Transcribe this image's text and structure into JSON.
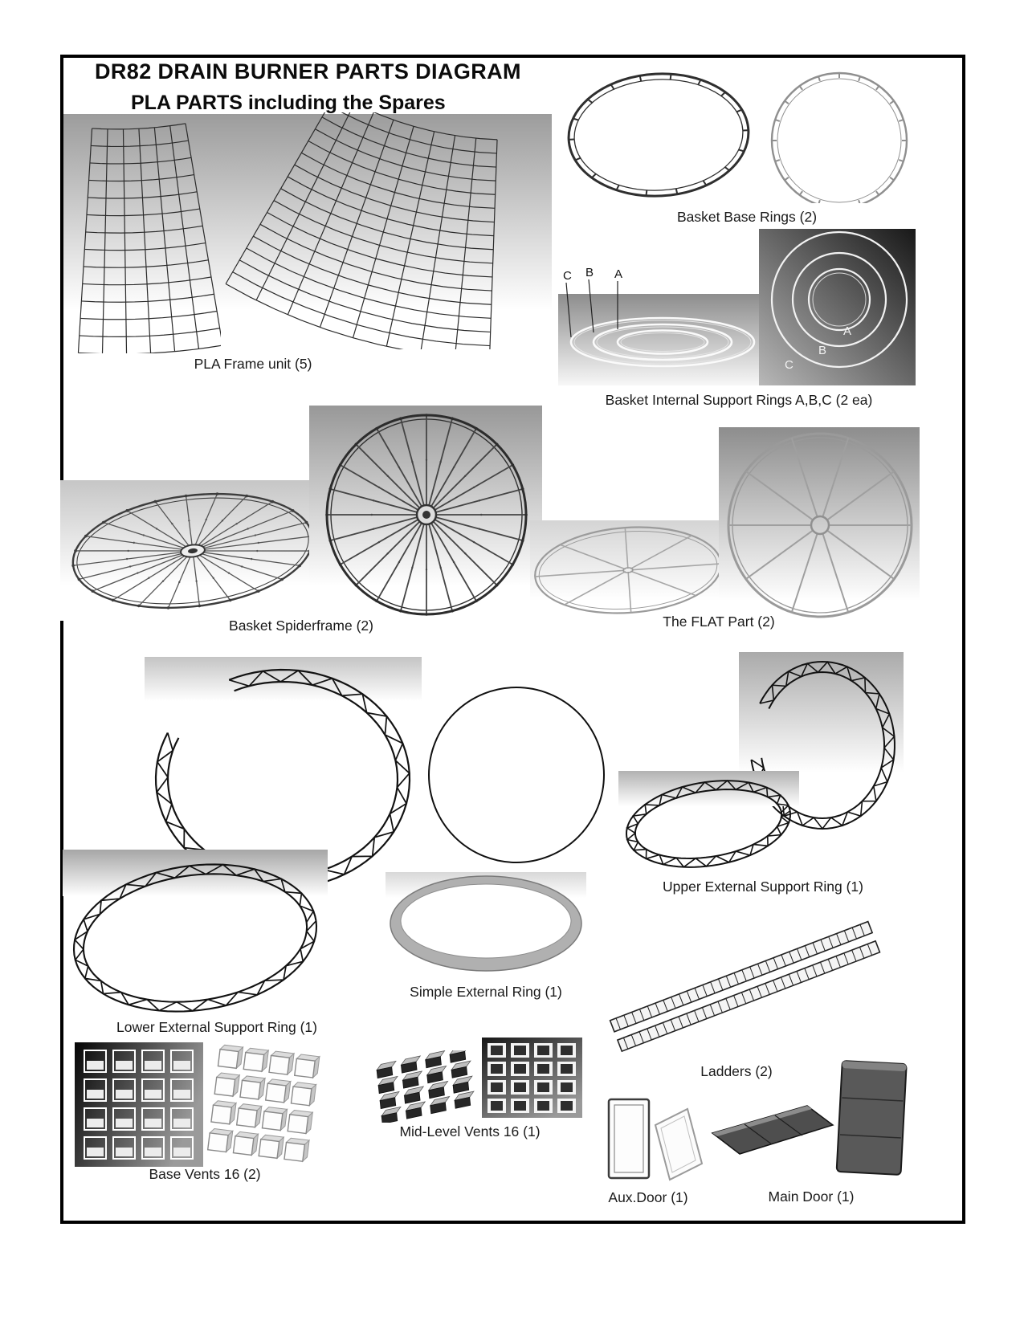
{
  "header": {
    "title": "DR82 DRAIN BURNER PARTS DIAGRAM",
    "subtitle": "PLA PARTS including the Spares"
  },
  "parts": {
    "pla_frame": {
      "label": "PLA Frame unit (5)"
    },
    "basket_base_rings": {
      "label": "Basket Base Rings (2)"
    },
    "internal_rings": {
      "label": "Basket Internal Support Rings A,B,C (2 ea)",
      "side_labels": [
        "C",
        "B",
        "A"
      ],
      "top_labels": [
        "A",
        "B",
        "C"
      ]
    },
    "spiderframe": {
      "label": "Basket Spiderframe (2)"
    },
    "flat_part": {
      "label": "The FLAT Part (2)"
    },
    "upper_ring": {
      "label": "Upper External Support Ring (1)"
    },
    "simple_ring": {
      "label": "Simple External Ring (1)"
    },
    "lower_ring": {
      "label": "Lower External Support Ring (1)"
    },
    "ladders": {
      "label": "Ladders (2)"
    },
    "base_vents": {
      "label": "Base Vents 16 (2)"
    },
    "mid_vents": {
      "label": "Mid-Level Vents 16 (1)"
    },
    "aux_door": {
      "label": "Aux.Door (1)"
    },
    "main_door": {
      "label": "Main Door (1)"
    }
  }
}
